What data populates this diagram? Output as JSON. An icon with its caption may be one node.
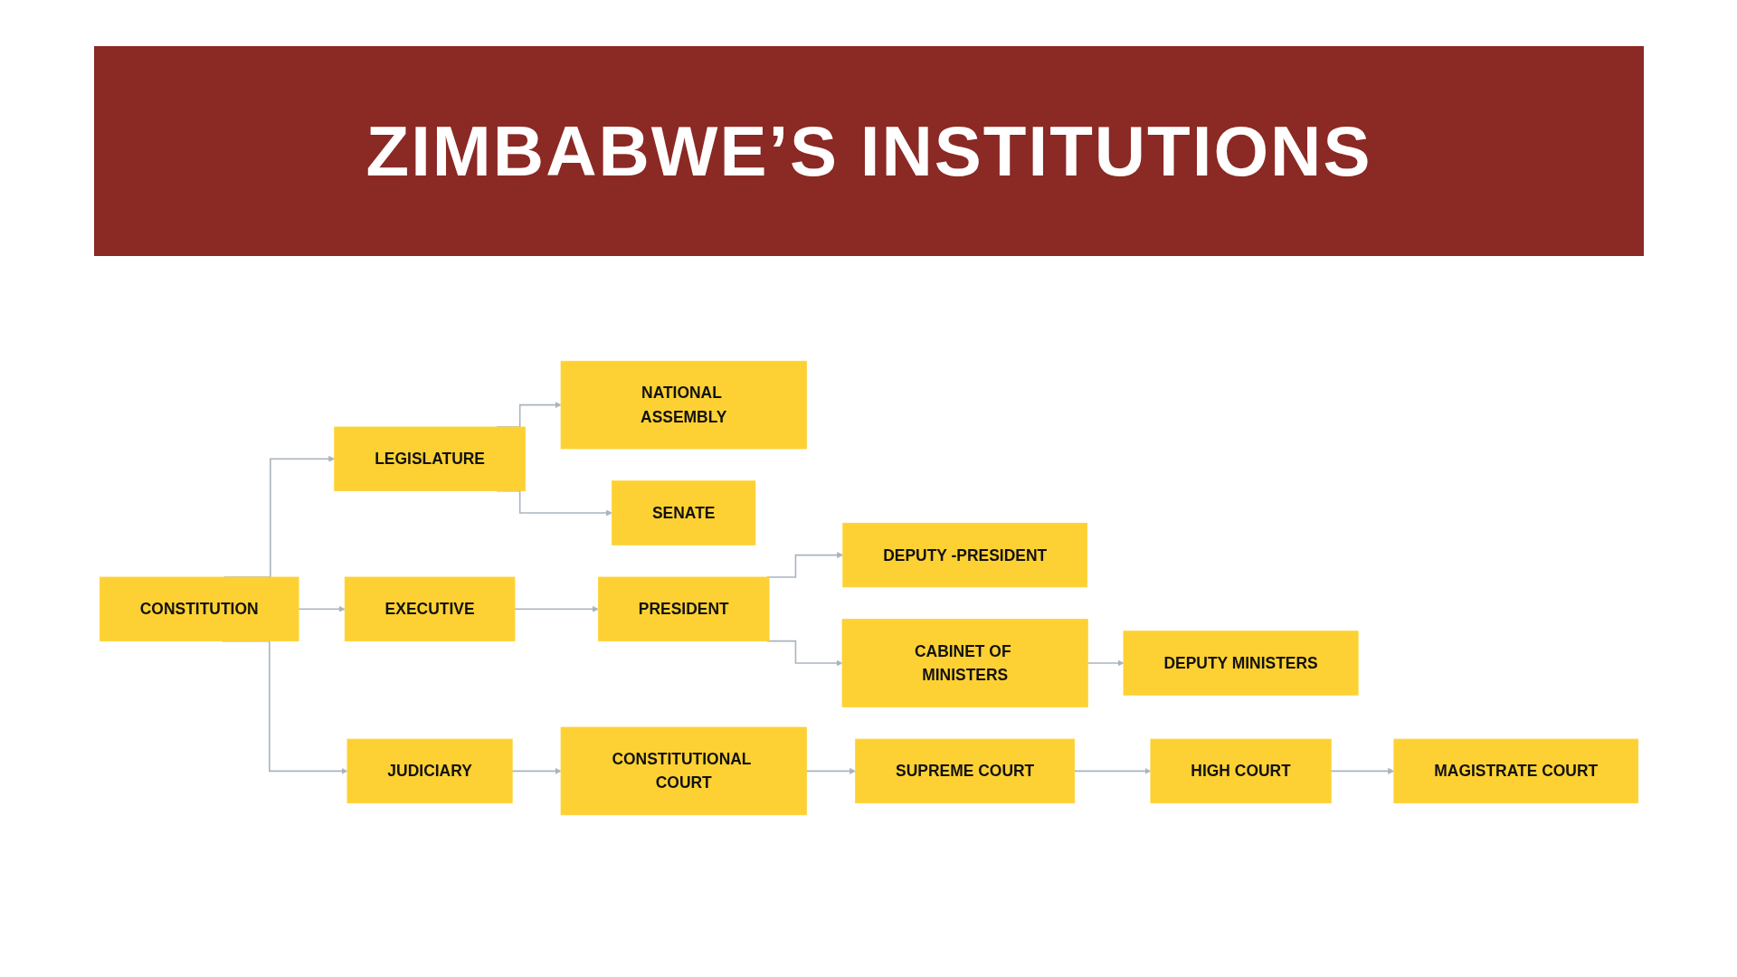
{
  "diagram": {
    "title": "ZIMBABWE’S INSTITUTIONS",
    "nodes": [
      {
        "text": [
          "CONSTITUTION"
        ]
      },
      {
        "text": [
          "LEGISLATURE"
        ]
      },
      {
        "text": [
          "NATIONAL ASSEMBLY"
        ]
      },
      {
        "text": [
          "SENATE"
        ]
      },
      {
        "text": [
          "EXECUTIVE"
        ]
      },
      {
        "text": [
          "PRESIDENT"
        ]
      },
      {
        "text": [
          "DEPUTY -PRESIDENT"
        ]
      },
      {
        "text": [
          "CABINET OF MINISTERS"
        ]
      },
      {
        "text": [
          "DEPUTY MINISTERS"
        ]
      },
      {
        "text": [
          "JUDICIARY"
        ]
      },
      {
        "text": [
          "CONSTITUTIONAL COURT"
        ]
      },
      {
        "text": [
          "SUPREME COURT"
        ]
      },
      {
        "text": [
          "HIGH COURT"
        ]
      },
      {
        "text": [
          "MAGISTRATE COURT"
        ]
      }
    ],
    "edges": [
      {
        "from": 0,
        "to": 1,
        "arrow": "to"
      },
      {
        "from": 0,
        "to": 4,
        "arrow": "to"
      },
      {
        "from": 0,
        "to": 9,
        "arrow": "to"
      },
      {
        "from": 1,
        "to": 2,
        "arrow": "to"
      },
      {
        "from": 1,
        "to": 3,
        "arrow": "to"
      },
      {
        "from": 4,
        "to": 5,
        "arrow": "to"
      },
      {
        "from": 5,
        "to": 6,
        "arrow": "to"
      },
      {
        "from": 5,
        "to": 7,
        "arrow": "to"
      },
      {
        "from": 7,
        "to": 8,
        "arrow": "to"
      },
      {
        "from": 9,
        "to": 10,
        "arrow": "to"
      },
      {
        "from": 10,
        "to": 11,
        "arrow": "to"
      },
      {
        "from": 11,
        "to": 12,
        "arrow": "to"
      },
      {
        "from": 12,
        "to": 13,
        "arrow": "to"
      }
    ]
  }
}
